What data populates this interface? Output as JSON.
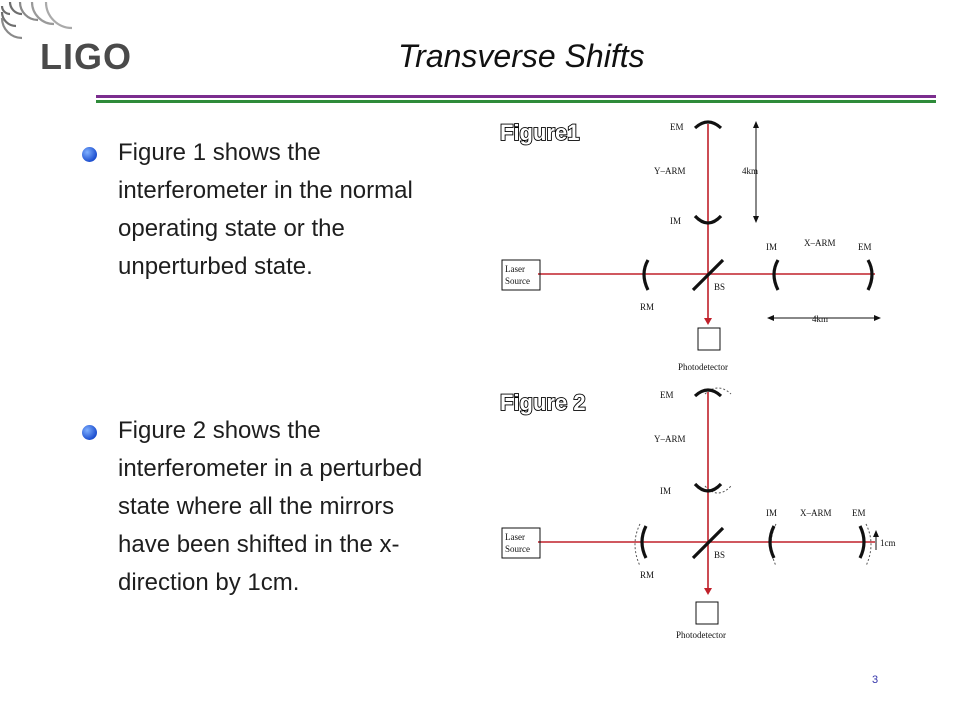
{
  "header": {
    "logo": "LIGO",
    "title": "Transverse Shifts"
  },
  "bullets": [
    {
      "text": "Figure 1 shows the interferometer in the normal operating state or the unperturbed state."
    },
    {
      "text": "Figure 2 shows the interferometer in a perturbed state where all the mirrors have been shifted in the x-direction by 1cm."
    }
  ],
  "figure1": {
    "label": "Figure1",
    "em_y": "EM",
    "y_arm": "Y–ARM",
    "arm_len_y": "4km",
    "im_y": "IM",
    "im_x": "IM",
    "x_arm": "X–ARM",
    "em_x": "EM",
    "laser_line1": "Laser",
    "laser_line2": "Source",
    "bs": "BS",
    "rm": "RM",
    "arm_len_x": "4km",
    "photodetector": "Photodetector"
  },
  "figure2": {
    "label": "Figure 2",
    "em_y": "EM",
    "y_arm": "Y–ARM",
    "im_y": "IM",
    "im_x": "IM",
    "x_arm": "X–ARM",
    "em_x": "EM",
    "shift": "1cm",
    "laser_line1": "Laser",
    "laser_line2": "Source",
    "bs": "BS",
    "rm": "RM",
    "photodetector": "Photodetector"
  },
  "footer": {
    "page_number": "3"
  },
  "colors": {
    "accent_purple": "#7b2d8e",
    "accent_green": "#2e8b3a",
    "beam": "#c0202a",
    "bullet": "#1d4fcf"
  }
}
